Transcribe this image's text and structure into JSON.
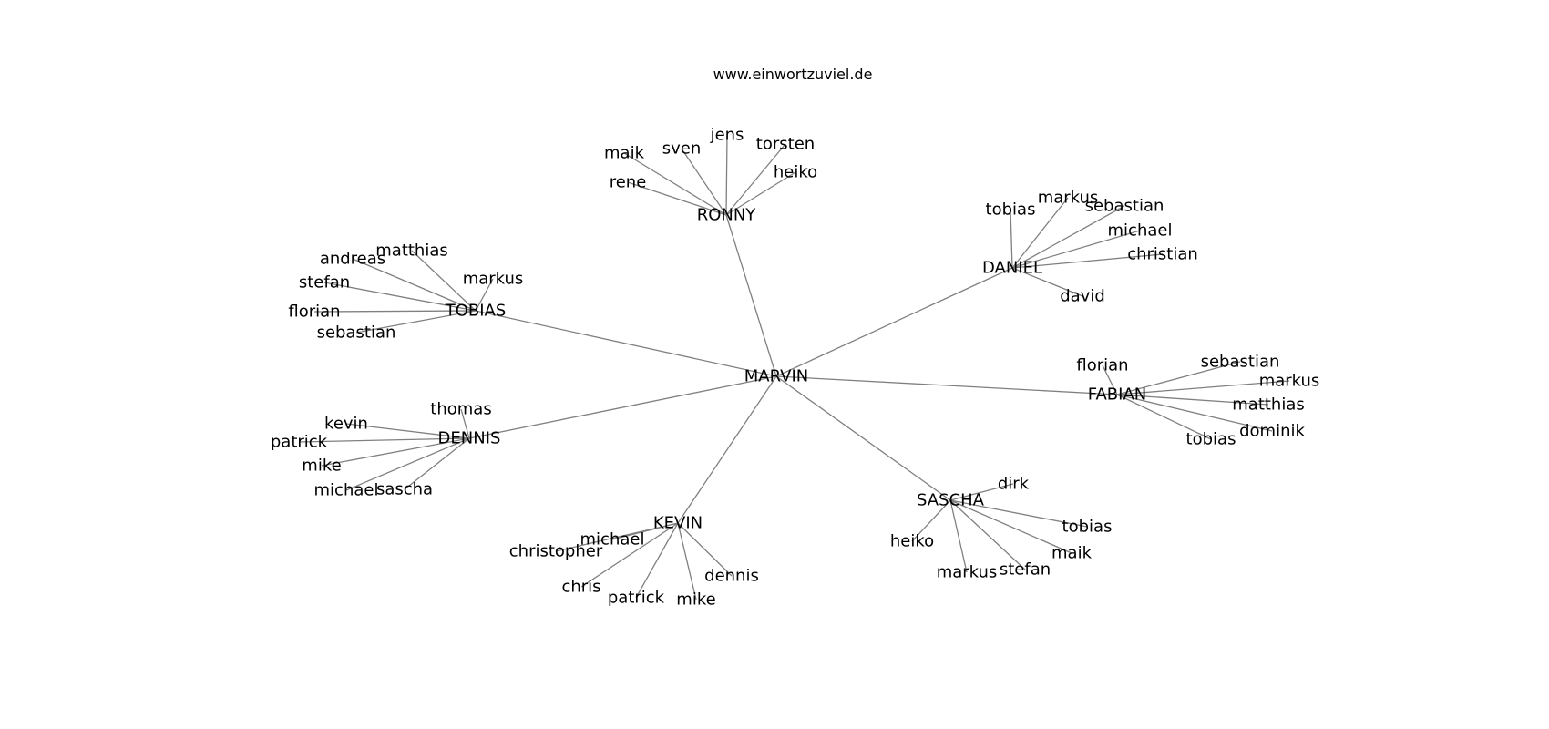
{
  "site_title": "www.einwortzuviel.de",
  "colors": {
    "edge": "#808080",
    "text": "#000000",
    "background": "#ffffff"
  },
  "root": {
    "id": "marvin",
    "label": "MARVIN"
  },
  "hubs": [
    {
      "id": "ronny",
      "label": "RONNY",
      "leaves": [
        "maik",
        "sven",
        "jens",
        "torsten",
        "heiko",
        "rene"
      ]
    },
    {
      "id": "daniel",
      "label": "DANIEL",
      "leaves": [
        "tobias",
        "markus",
        "sebastian",
        "michael",
        "christian",
        "david"
      ]
    },
    {
      "id": "tobias",
      "label": "TOBIAS",
      "leaves": [
        "matthias",
        "andreas",
        "markus",
        "stefan",
        "florian",
        "sebastian"
      ]
    },
    {
      "id": "fabian",
      "label": "FABIAN",
      "leaves": [
        "florian",
        "sebastian",
        "markus",
        "matthias",
        "dominik",
        "tobias"
      ]
    },
    {
      "id": "dennis",
      "label": "DENNIS",
      "leaves": [
        "thomas",
        "kevin",
        "patrick",
        "mike",
        "michael",
        "sascha"
      ]
    },
    {
      "id": "sascha",
      "label": "SASCHA",
      "leaves": [
        "dirk",
        "tobias",
        "heiko",
        "maik",
        "markus",
        "stefan"
      ]
    },
    {
      "id": "kevin",
      "label": "KEVIN",
      "leaves": [
        "michael",
        "christopher",
        "chris",
        "patrick",
        "mike",
        "dennis"
      ]
    }
  ]
}
